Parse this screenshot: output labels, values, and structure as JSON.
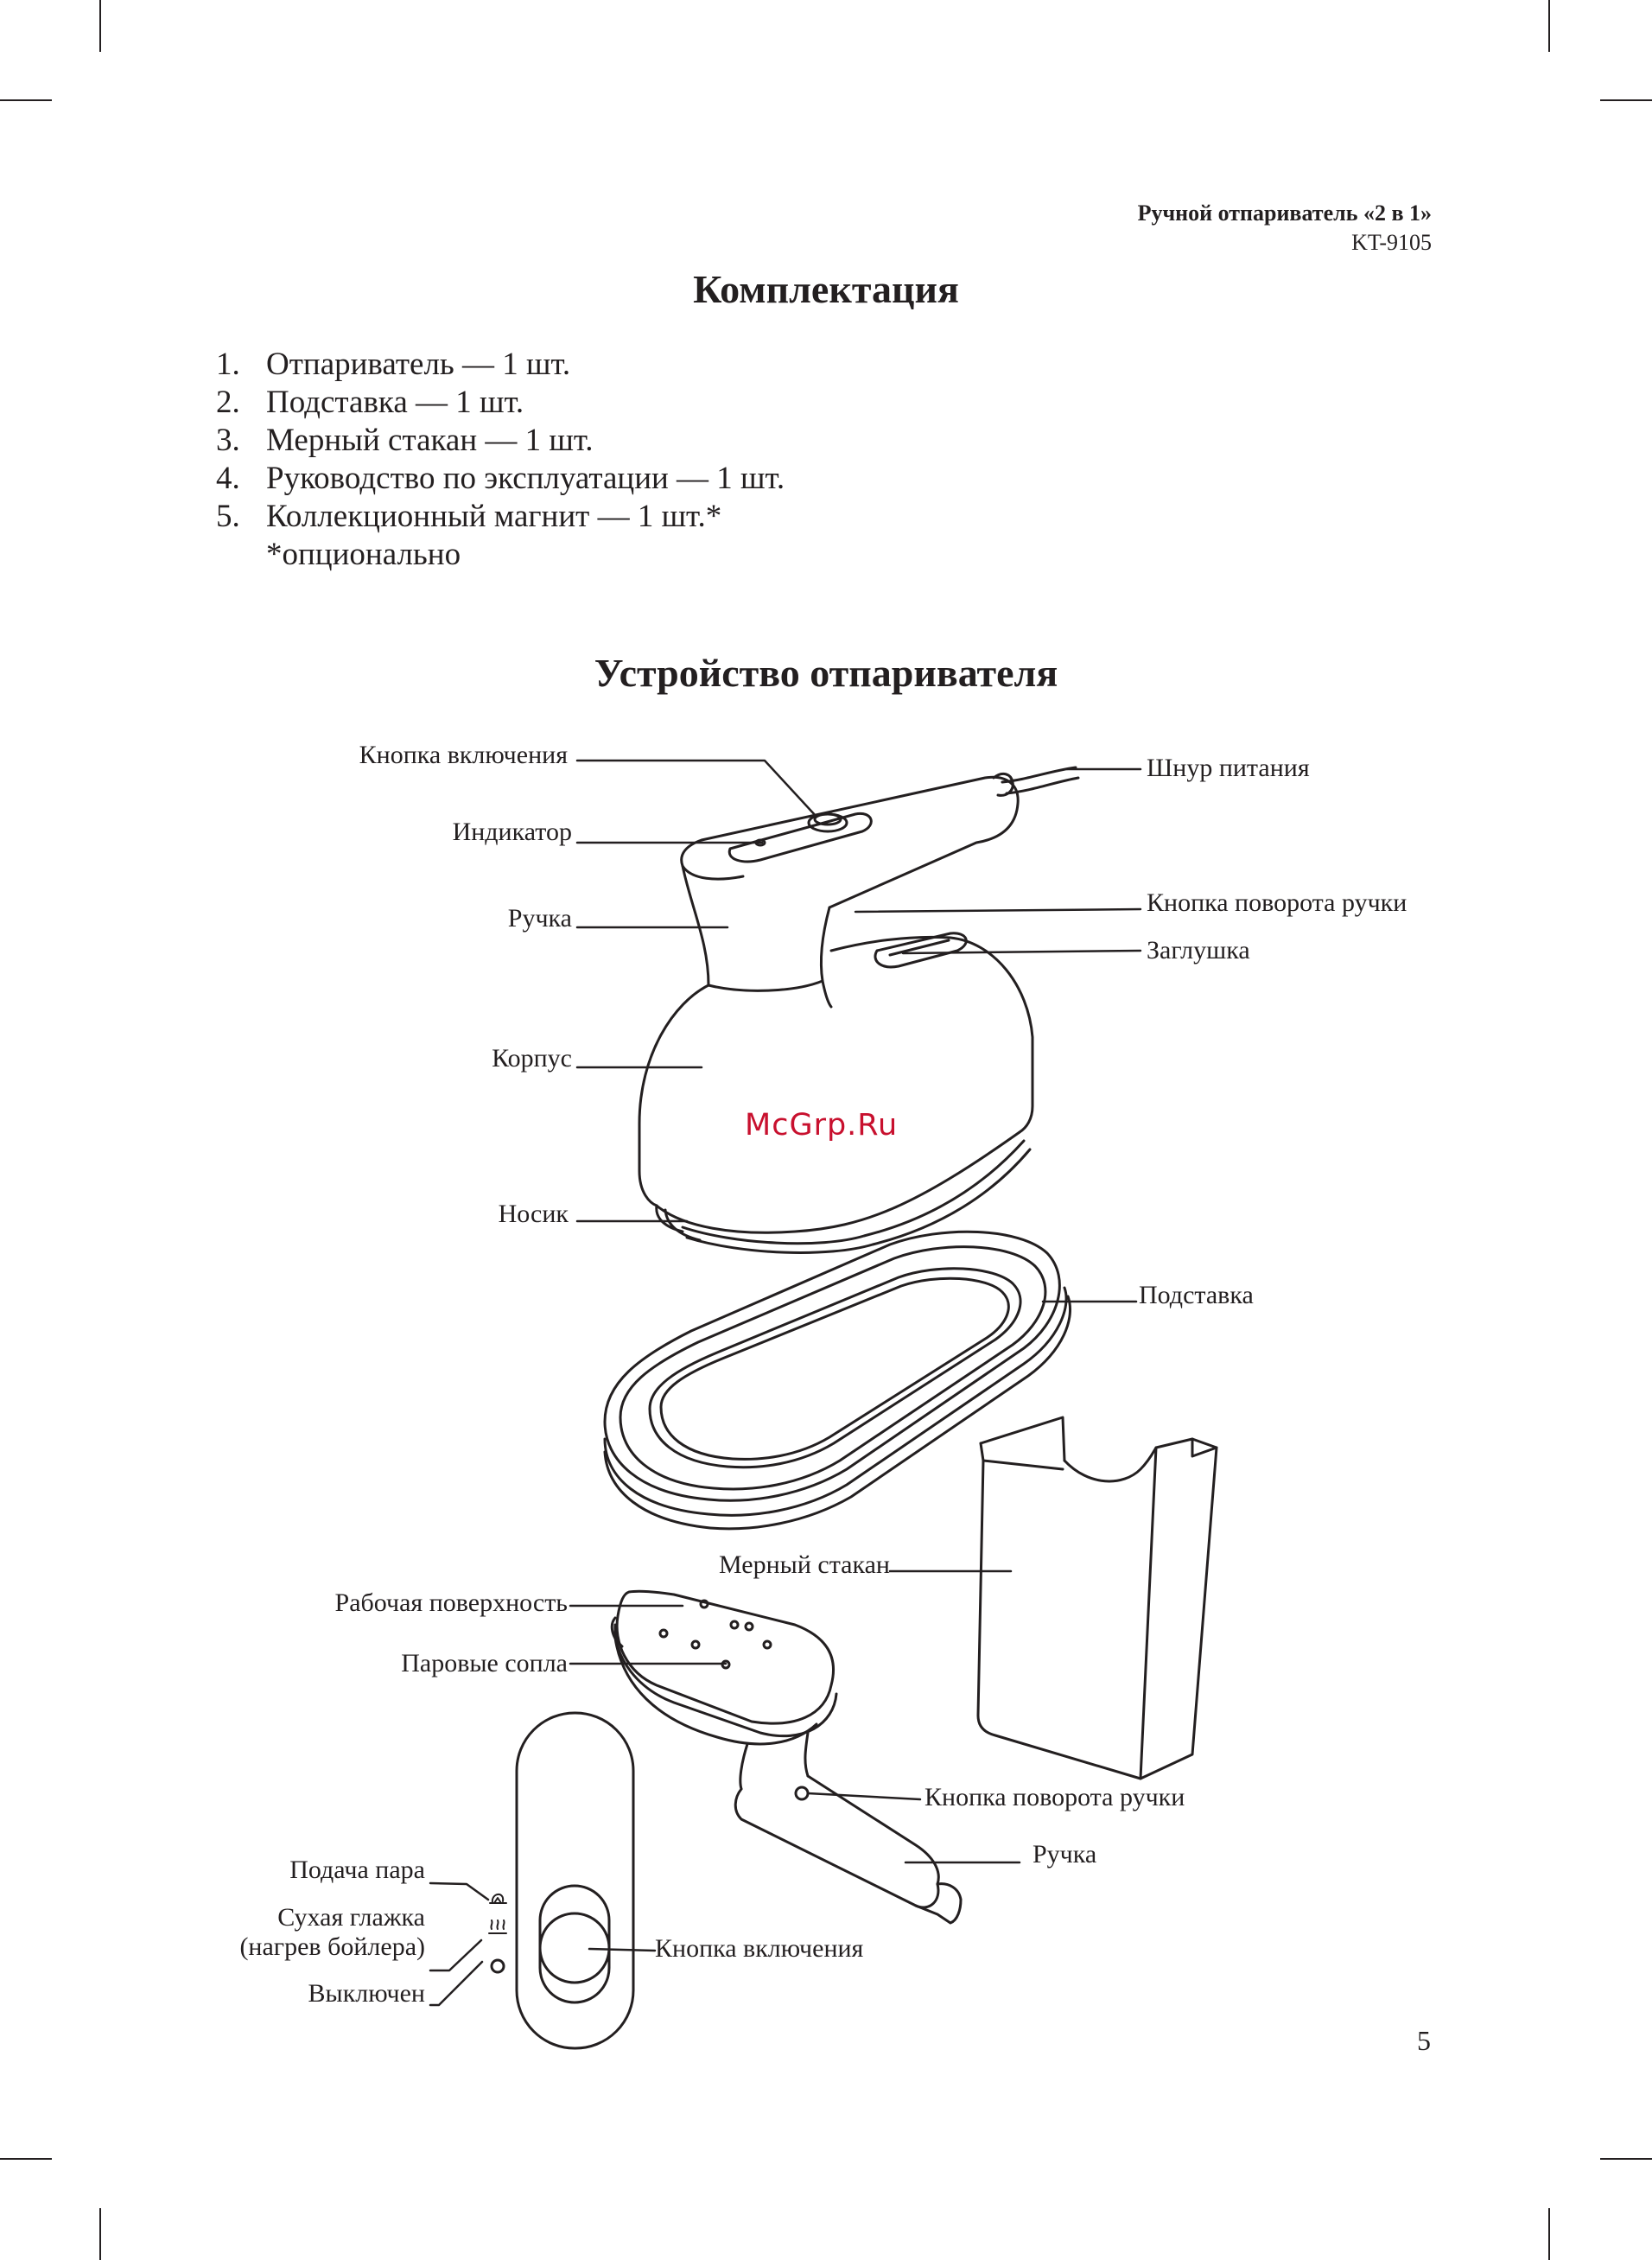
{
  "header": {
    "title": "Ручной отпариватель «2 в 1»",
    "model": "KT-9105"
  },
  "section1": {
    "heading": "Комплектация",
    "items": [
      {
        "num": "1.",
        "text": "Отпариватель — 1 шт."
      },
      {
        "num": "2.",
        "text": "Подставка — 1 шт."
      },
      {
        "num": "3.",
        "text": "Мерный стакан — 1 шт."
      },
      {
        "num": "4.",
        "text": "Руководство по эксплуатации — 1 шт."
      },
      {
        "num": "5.",
        "text": "Коллекционный магнит — 1 шт.*"
      }
    ],
    "note": "*опционально"
  },
  "section2": {
    "heading": "Устройство отпаривателя",
    "labels": {
      "power_button": "Кнопка включения",
      "indicator": "Индикатор",
      "handle": "Ручка",
      "body": "Корпус",
      "nozzle": "Носик",
      "power_cord": "Шнур питания",
      "handle_rotate_button": "Кнопка поворота ручки",
      "plug": "Заглушка",
      "stand": "Подставка",
      "measuring_cup": "Мерный стакан",
      "working_surface": "Рабочая поверхность",
      "steam_nozzles": "Паровые сопла",
      "handle_rotate_button_2": "Кнопка поворота ручки",
      "handle_2": "Ручка",
      "steam_supply": "Подача пара",
      "dry_ironing_line1": "Сухая глажка",
      "dry_ironing_line2": "(нагрев бойлера)",
      "off": "Выключен",
      "power_button_2": "Кнопка включения"
    }
  },
  "watermark": "McGrp.Ru",
  "page_number": "5"
}
